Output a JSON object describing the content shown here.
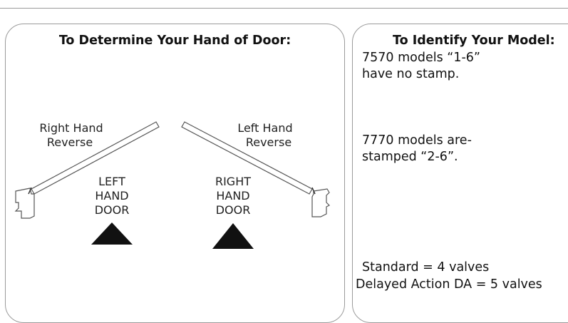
{
  "hand_panel": {
    "title": "To Determine Your Hand of Door:",
    "right_hand_reverse": [
      "Right Hand",
      "Reverse"
    ],
    "left_hand_reverse": [
      "Left Hand",
      "Reverse"
    ],
    "left_hand_door": [
      "LEFT",
      "HAND",
      "DOOR"
    ],
    "right_hand_door": [
      "RIGHT",
      "HAND",
      "DOOR"
    ]
  },
  "model_panel": {
    "title": "To Identify Your Model:",
    "model_7570": [
      "7570 models “1-6”",
      "have no stamp."
    ],
    "model_7770": [
      "7770 models are-",
      "stamped “2-6”."
    ],
    "standard": "Standard = 4 valves",
    "delayed": "Delayed Action DA = 5 valves"
  },
  "colors": {
    "border": "#9a9a9a",
    "text": "#222222",
    "arrow": "#111111"
  }
}
